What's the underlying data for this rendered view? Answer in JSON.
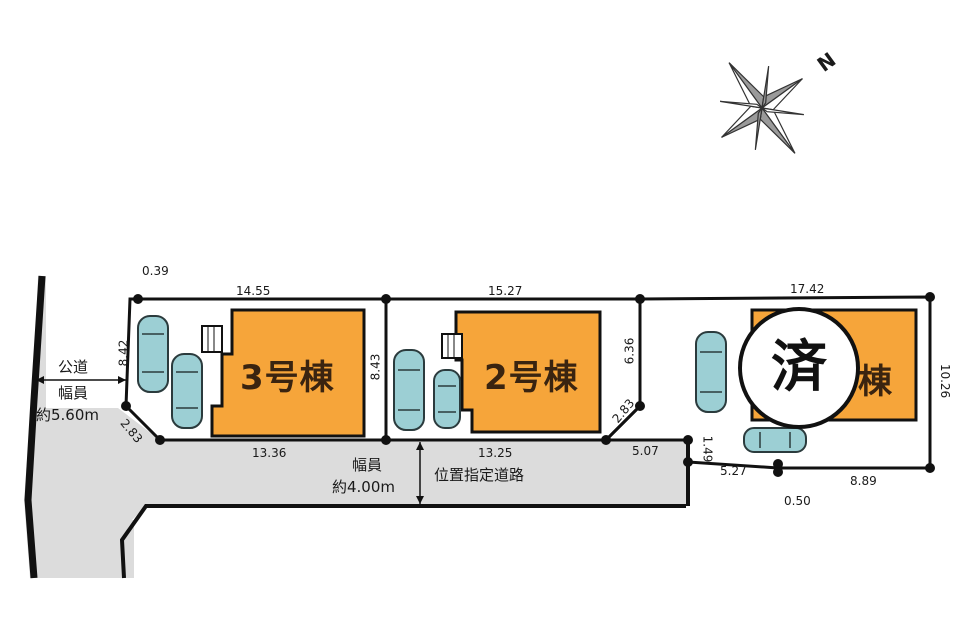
{
  "lots": [
    {
      "label": "3号棟"
    },
    {
      "label": "2号棟"
    },
    {
      "label": "棟",
      "status": "済"
    }
  ],
  "public_road": {
    "name": "公道",
    "width_label": "幅員",
    "width_value": "約5.60m"
  },
  "designated_road": {
    "width_label": "幅員",
    "width_value": "約4.00m",
    "name": "位置指定道路"
  },
  "dimensions": {
    "lot3_top": "14.55",
    "lot3_bottom": "13.36",
    "lot3_left": "8.42",
    "lot3_corner": "2.83",
    "lot3_offset": "0.39",
    "lot2_top": "15.27",
    "lot2_bottom": "13.25",
    "lot2_left": "8.43",
    "lot2_right": "6.36",
    "lot2_corner": "2.83",
    "lot1_top": "17.42",
    "lot1_right": "10.26",
    "lot1_bottom": "8.89",
    "lot1_bottom_left": "5.27",
    "lot1_notch_h": "5.07",
    "lot1_notch_v": "1.49",
    "lot1_notch_small": "0.50"
  },
  "compass": {
    "north_label": "N"
  },
  "colors": {
    "building": "#f6a53a",
    "road": "#dcdcdc",
    "line": "#111111",
    "car": "#9ccfd4"
  }
}
